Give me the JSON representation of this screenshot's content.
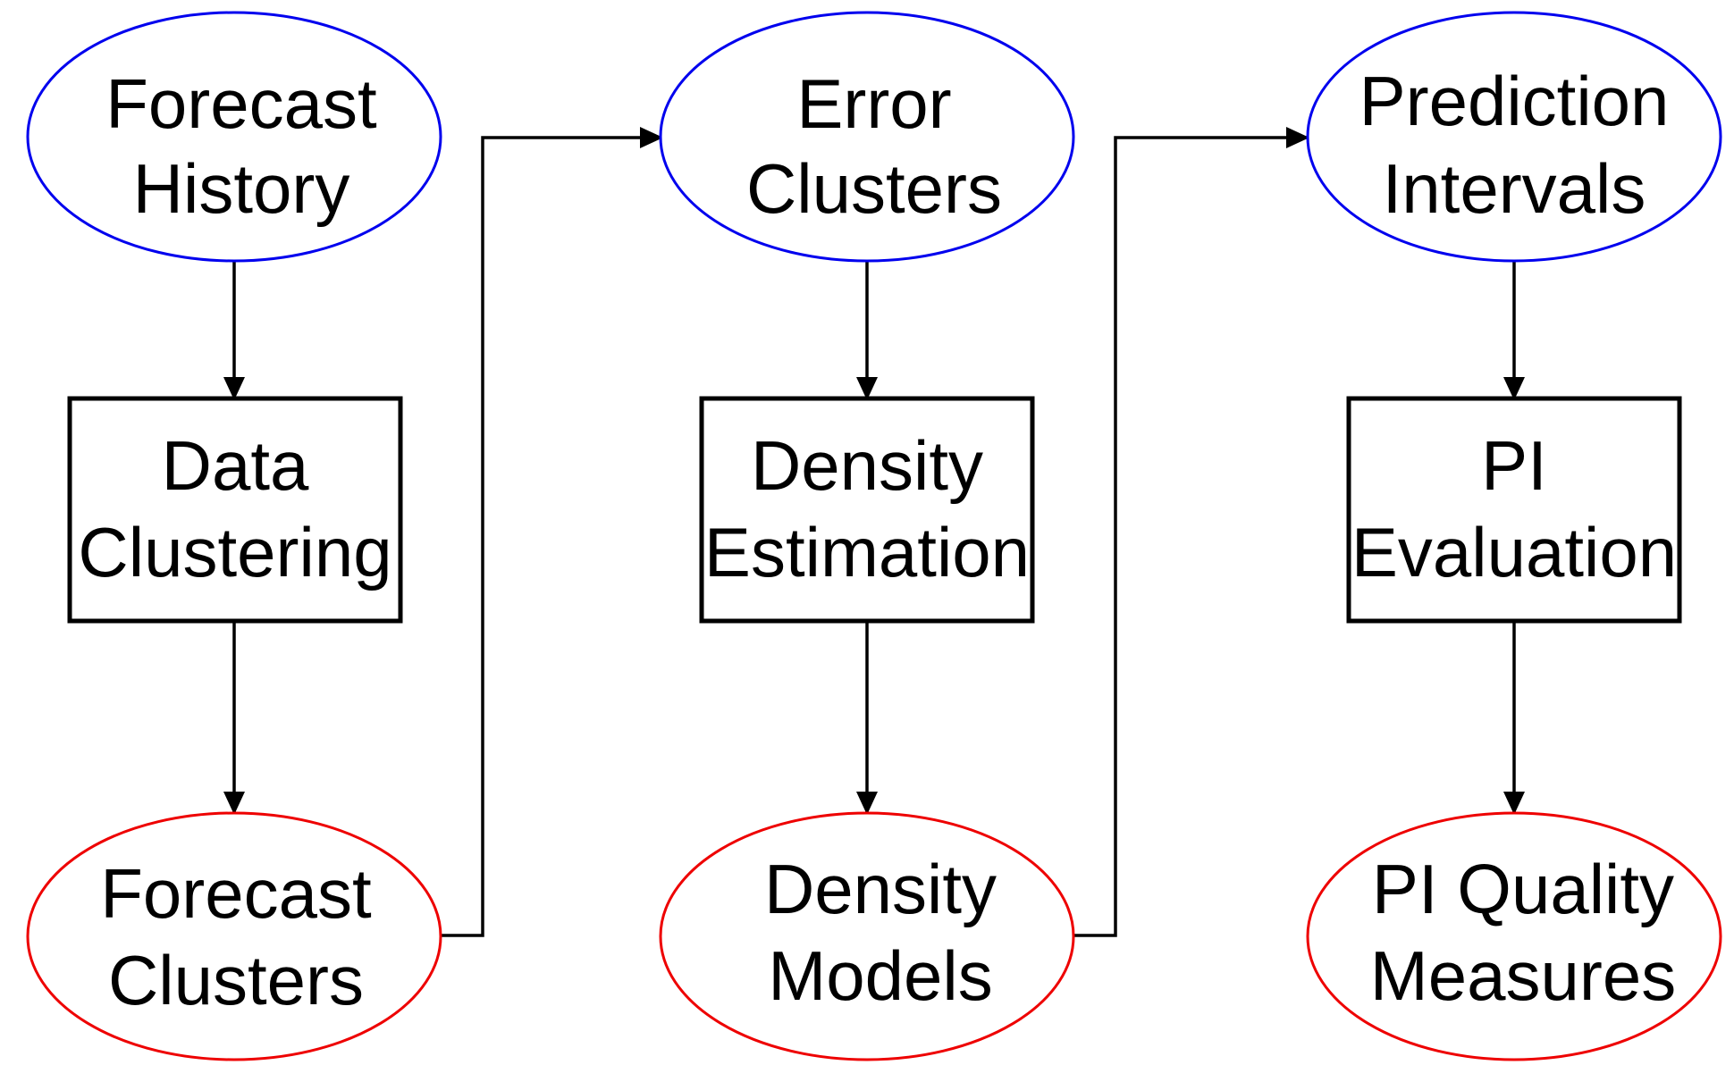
{
  "colors": {
    "input_ellipse_stroke": "#0000ee",
    "output_ellipse_stroke": "#ee0000",
    "box_stroke": "#000000",
    "edge": "#000000"
  },
  "nodes": {
    "forecast_history": {
      "shape": "ellipse",
      "role": "input",
      "lines": [
        "Forecast",
        "History"
      ]
    },
    "data_clustering": {
      "shape": "box",
      "role": "process",
      "lines": [
        "Data",
        "Clustering"
      ]
    },
    "forecast_clusters": {
      "shape": "ellipse",
      "role": "output",
      "lines": [
        "Forecast",
        "Clusters"
      ]
    },
    "error_clusters": {
      "shape": "ellipse",
      "role": "input",
      "lines": [
        "Error",
        "Clusters"
      ]
    },
    "density_estimation": {
      "shape": "box",
      "role": "process",
      "lines": [
        "Density",
        "Estimation"
      ]
    },
    "density_models": {
      "shape": "ellipse",
      "role": "output",
      "lines": [
        "Density",
        "Models"
      ]
    },
    "prediction_intervals": {
      "shape": "ellipse",
      "role": "input",
      "lines": [
        "Prediction",
        "Intervals"
      ]
    },
    "pi_evaluation": {
      "shape": "box",
      "role": "process",
      "lines": [
        "PI",
        "Evaluation"
      ]
    },
    "pi_quality_measures": {
      "shape": "ellipse",
      "role": "output",
      "lines": [
        "PI Quality",
        "Measures"
      ]
    }
  },
  "edges": [
    {
      "from": "forecast_history",
      "to": "data_clustering"
    },
    {
      "from": "data_clustering",
      "to": "forecast_clusters"
    },
    {
      "from": "forecast_clusters",
      "to": "error_clusters"
    },
    {
      "from": "error_clusters",
      "to": "density_estimation"
    },
    {
      "from": "density_estimation",
      "to": "density_models"
    },
    {
      "from": "density_models",
      "to": "prediction_intervals"
    },
    {
      "from": "prediction_intervals",
      "to": "pi_evaluation"
    },
    {
      "from": "pi_evaluation",
      "to": "pi_quality_measures"
    }
  ]
}
